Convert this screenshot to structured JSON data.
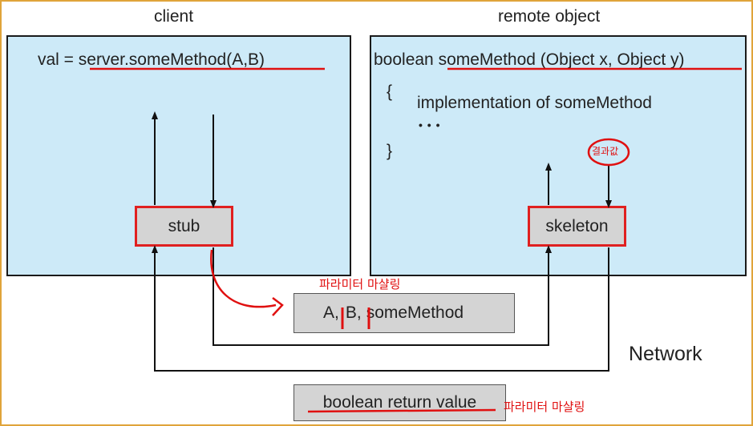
{
  "headers": {
    "client": "client",
    "remote": "remote object"
  },
  "client_code": {
    "prefix": "val = ",
    "call": "server.someMethod(A,B)"
  },
  "remote_code": {
    "prefix": "boolean ",
    "signature": "someMethod (Object x, Object y)",
    "open_brace": "{",
    "body": "implementation of someMethod",
    "ellipsis": "• • •",
    "close_brace": "}"
  },
  "stub_label": "stub",
  "skeleton_label": "skeleton",
  "message": {
    "a": "A,",
    "b": "B,",
    "method": "someMethod"
  },
  "return_box": {
    "label": "boolean return value"
  },
  "network_label": "Network",
  "annotations": {
    "marshalling_top": "파라미터 마샬링",
    "marshalling_bottom": "파라미터 마샬링",
    "result_value": "결과값"
  },
  "colors": {
    "panel": "#cdeaf8",
    "box": "#d4d4d4",
    "highlight": "#e02020",
    "frame": "#e0a43a"
  }
}
